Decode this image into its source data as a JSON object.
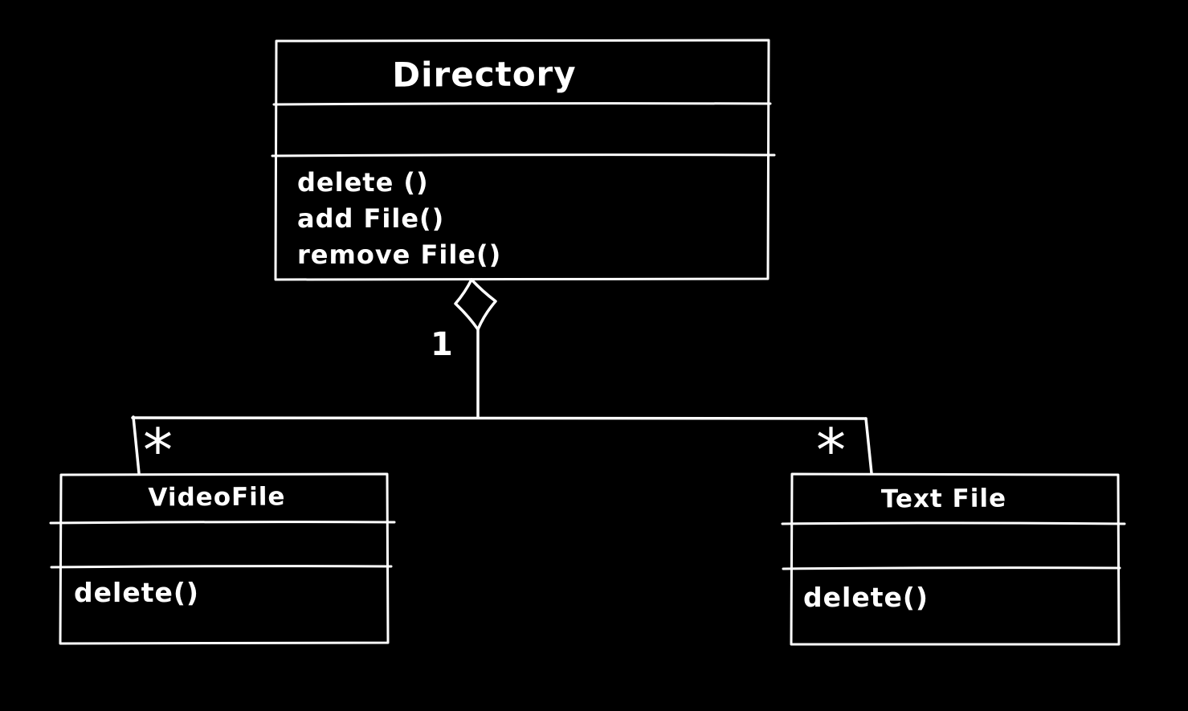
{
  "diagram": {
    "kind": "uml-class-diagram",
    "style": "hand-drawn sketch, white strokes on black",
    "colors": {
      "background": "#000000",
      "stroke": "#ffffff",
      "text": "#ffffff"
    },
    "classes": {
      "directory": {
        "title": "Directory",
        "attributes": [],
        "methods": [
          "delete ()",
          "add File()",
          "remove File()"
        ]
      },
      "video_file": {
        "title": "VideoFile",
        "attributes": [],
        "methods": [
          "delete()"
        ]
      },
      "text_file": {
        "title": "Text File",
        "attributes": [],
        "methods": [
          "delete()"
        ]
      }
    },
    "relationship": {
      "type": "aggregation",
      "parent": "Directory",
      "children": [
        "VideoFile",
        "Text File"
      ],
      "parent_multiplicity": "1",
      "video_file_multiplicity": "*",
      "text_file_multiplicity": "*"
    }
  }
}
